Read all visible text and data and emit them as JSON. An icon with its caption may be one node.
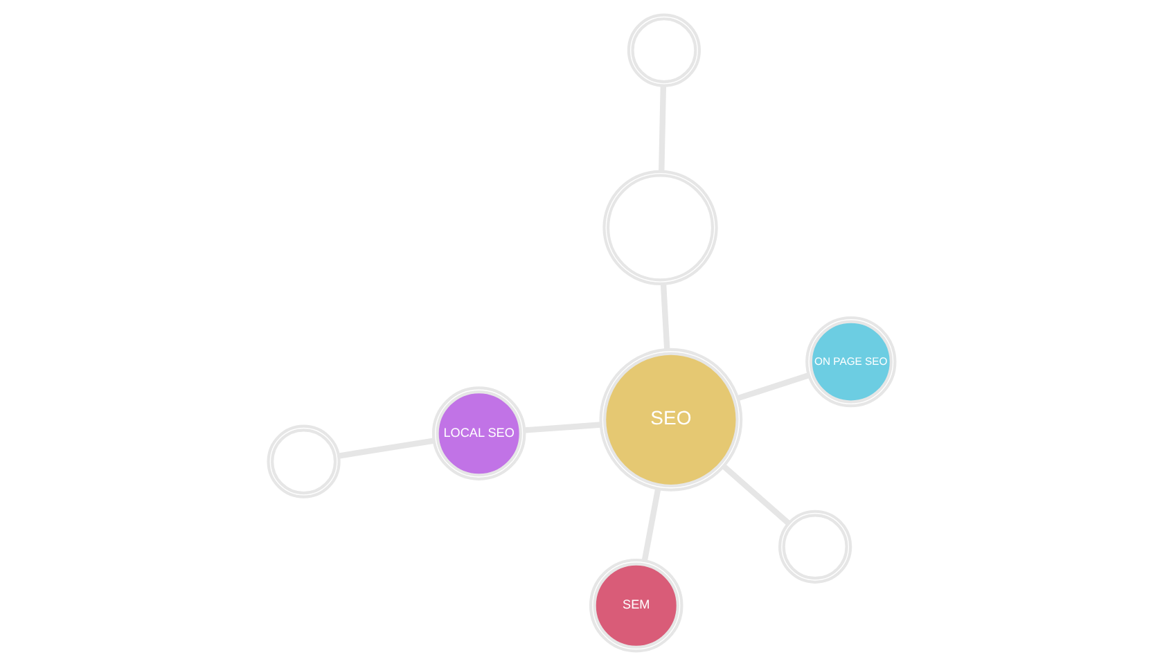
{
  "diagram": {
    "nodes": [
      {
        "text": [],
        "shape": "circle"
      },
      {
        "text": [
          "ON PAGE SEO"
        ]
      },
      {
        "text": [
          "LOCAL SEO"
        ]
      },
      {
        "text": [],
        "shape": "circle"
      },
      {
        "text": [],
        "shape": "circle"
      },
      {
        "text": [
          "SEO"
        ]
      },
      {
        "text": [
          "SEM"
        ]
      },
      {
        "text": [],
        "shape": "circle"
      }
    ],
    "edges": [
      {
        "from": 4,
        "to": 0,
        "arrow": "none"
      },
      {
        "from": 5,
        "to": 1,
        "arrow": "none"
      },
      {
        "from": 5,
        "to": 2,
        "arrow": "none"
      },
      {
        "from": 2,
        "to": 3,
        "arrow": "none"
      },
      {
        "from": 5,
        "to": 4,
        "arrow": "none"
      },
      {
        "from": 5,
        "to": 6,
        "arrow": "none"
      },
      {
        "from": 5,
        "to": 7,
        "arrow": "none"
      }
    ]
  }
}
